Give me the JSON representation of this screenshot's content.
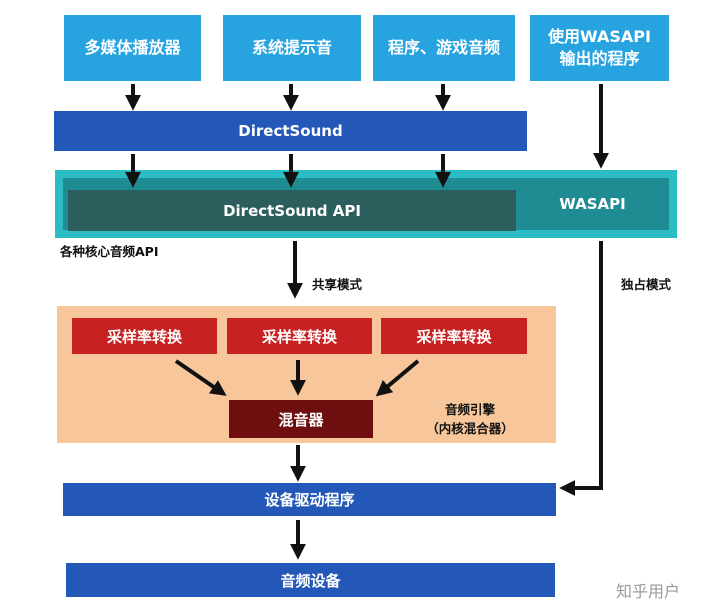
{
  "sources": {
    "media_player": "多媒体播放器",
    "system_sound": "系统提示音",
    "game_audio": "程序、游戏音频",
    "wasapi_app_line1": "使用WASAPI",
    "wasapi_app_line2": "输出的程序"
  },
  "directsound": "DirectSound",
  "core_audio": {
    "directsound_api": "DirectSound API",
    "wasapi": "WASAPI",
    "label": "各种核心音频API"
  },
  "modes": {
    "shared": "共享模式",
    "exclusive": "独占模式"
  },
  "engine": {
    "src_1": "采样率转换",
    "src_2": "采样率转换",
    "src_3": "采样率转换",
    "mixer": "混音器",
    "label_line1": "音频引擎",
    "label_line2": "（内核混合器）"
  },
  "device_driver": "设备驱动程序",
  "audio_device": "音频设备",
  "watermark": "知乎用户",
  "colors": {
    "source_blue": "#27a3e0",
    "dark_blue": "#2458b8",
    "teal": "#2bbcc4",
    "dark_teal": "#2b5e5c",
    "engine_bg": "#f7c69a",
    "red": "#c72121",
    "dark_red": "#6e0e0e"
  }
}
